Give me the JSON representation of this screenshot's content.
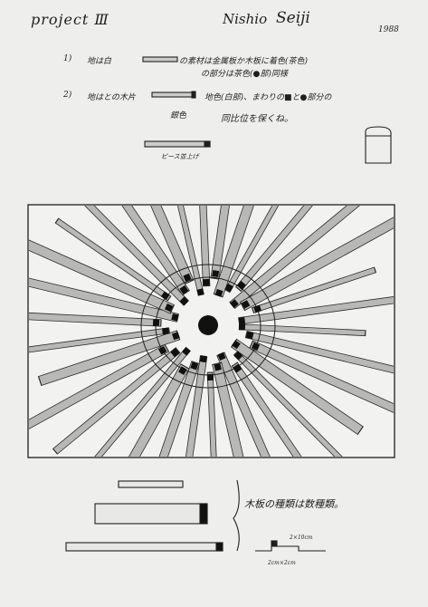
{
  "header": {
    "title": "project Ⅲ",
    "artist": "Nishio",
    "signature": "Seiji",
    "year": "1988"
  },
  "notes": {
    "n1_number": "1)",
    "n1_main": "地は白",
    "n1_a": "の素材は金属板か木板に着色(茶色)",
    "n1_b": "の部分は茶色(●部)同様",
    "n2_number": "2)",
    "n2_main": "地はとの木片",
    "n2_a": "地色(白部)、まわりの■と●部分の",
    "n2_b": "銀色",
    "n2_c": "同比位を保くね。",
    "n3": "ピース並上げ",
    "n4": "木板の種類は数種類。",
    "m1": "2×10cm",
    "m2": "2cm×2cm"
  },
  "colors": {
    "paper": "#eeeeec",
    "ink": "#1f1f1f",
    "fill": "#b8b8b6"
  }
}
